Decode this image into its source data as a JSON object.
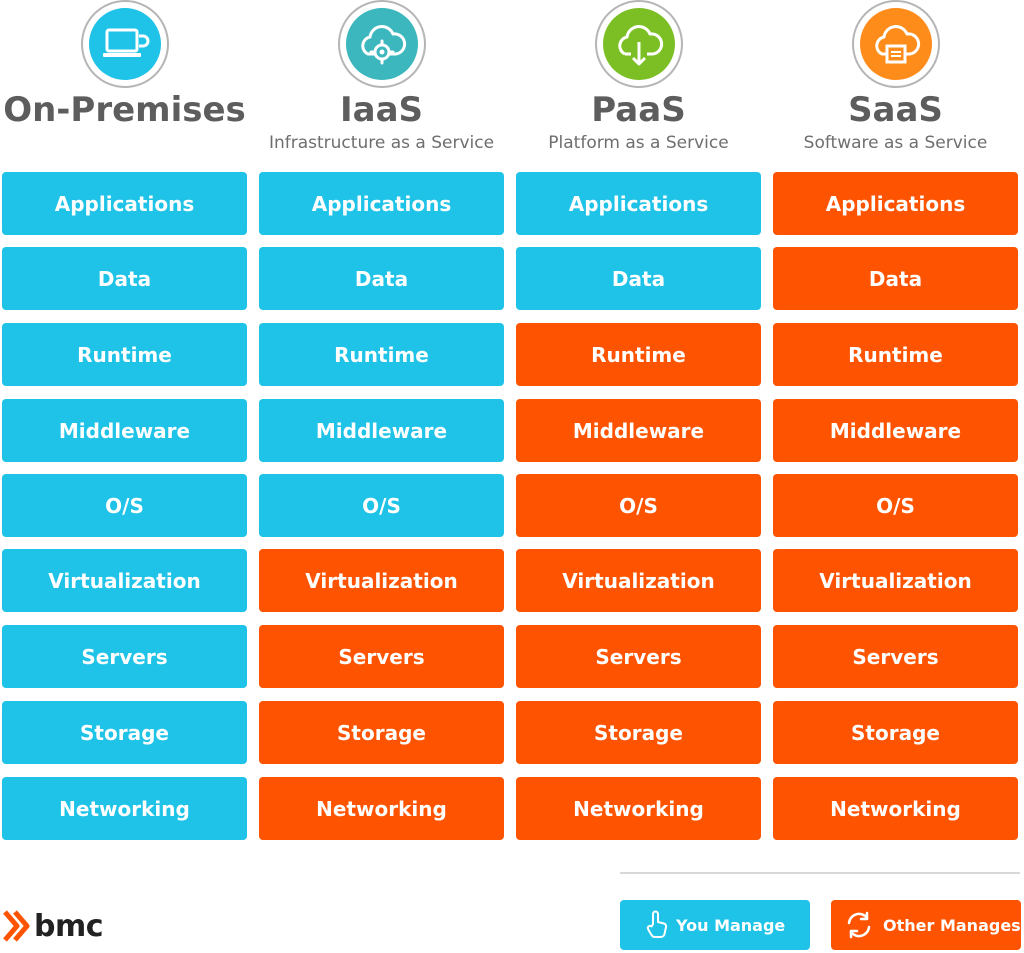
{
  "colors": {
    "you_manage": "#1ec3e7",
    "other_manages": "#fe5402",
    "icon_onprem": "#1ec3e7",
    "icon_iaas": "#3bb7bd",
    "icon_paas": "#7bbf25",
    "icon_saas": "#fd8c1a"
  },
  "layers": [
    "Applications",
    "Data",
    "Runtime",
    "Middleware",
    "O/S",
    "Virtualization",
    "Servers",
    "Storage",
    "Networking"
  ],
  "columns": [
    {
      "title": "On-Premises",
      "subtitle": "",
      "icon": "laptop-icon",
      "managed_by": [
        "you",
        "you",
        "you",
        "you",
        "you",
        "you",
        "you",
        "you",
        "you"
      ]
    },
    {
      "title": "IaaS",
      "subtitle": "Infrastructure as a Service",
      "icon": "cloud-gear-icon",
      "managed_by": [
        "you",
        "you",
        "you",
        "you",
        "you",
        "other",
        "other",
        "other",
        "other"
      ]
    },
    {
      "title": "PaaS",
      "subtitle": "Platform as a Service",
      "icon": "cloud-download-icon",
      "managed_by": [
        "you",
        "you",
        "other",
        "other",
        "other",
        "other",
        "other",
        "other",
        "other"
      ]
    },
    {
      "title": "SaaS",
      "subtitle": "Software as a Service",
      "icon": "cloud-document-icon",
      "managed_by": [
        "other",
        "other",
        "other",
        "other",
        "other",
        "other",
        "other",
        "other",
        "other"
      ]
    }
  ],
  "legend": {
    "you_manage": "You Manage",
    "other_manages": "Other Manages"
  },
  "brand": {
    "name": "bmc"
  }
}
